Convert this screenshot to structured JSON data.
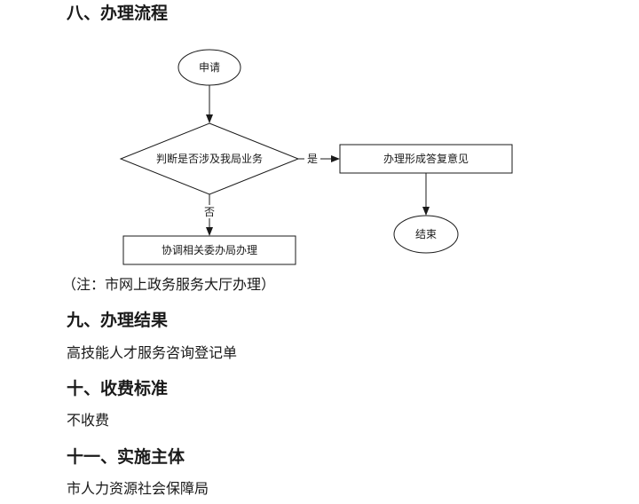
{
  "section8": {
    "heading": "八、办理流程",
    "flowchart": {
      "start": "申请",
      "decision": "判断是否涉及我局业务",
      "yes_label": "是",
      "no_label": "否",
      "yes_step": "办理形成答复意见",
      "end": "结束",
      "no_step": "协调相关委办局办理"
    },
    "note": "（注：市网上政务服务大厅办理）"
  },
  "section9": {
    "heading": "九、办理结果",
    "text": "高技能人才服务咨询登记单"
  },
  "section10": {
    "heading": "十、收费标准",
    "text": "不收费"
  },
  "section11": {
    "heading": "十一、实施主体",
    "text": "市人力资源社会保障局"
  }
}
